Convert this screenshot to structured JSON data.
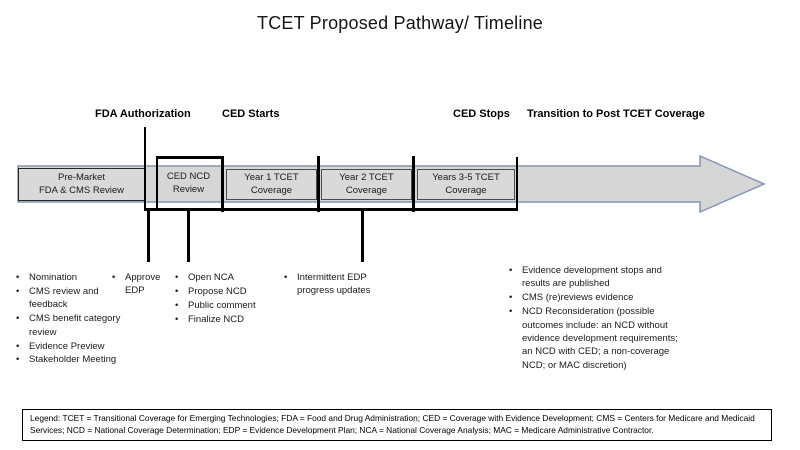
{
  "title": "TCET Proposed Pathway/ Timeline",
  "milestones": [
    {
      "label": "FDA Authorization"
    },
    {
      "label": "CED Starts"
    },
    {
      "label": "CED Stops"
    },
    {
      "label": "Transition to Post TCET Coverage"
    }
  ],
  "timeline": {
    "segments": [
      {
        "line1": "Pre-Market",
        "line2": "FDA & CMS Review"
      },
      {
        "line1": "CED NCD",
        "line2": "Review"
      },
      {
        "line1": "Year 1 TCET",
        "line2": "Coverage"
      },
      {
        "line1": "Year 2 TCET",
        "line2": "Coverage"
      },
      {
        "line1": "Years 3-5 TCET",
        "line2": "Coverage"
      }
    ],
    "colors": {
      "arrow_fill": "#d6d6d6",
      "arrow_border": "#8496b0",
      "segment_fill": "#d9d9d9",
      "structure_line": "#000000"
    }
  },
  "notes": [
    {
      "items": [
        "Nomination",
        "CMS review and feedback",
        "CMS benefit category review",
        "Evidence Preview",
        "Stakeholder Meeting"
      ]
    },
    {
      "items": [
        "Approve EDP"
      ]
    },
    {
      "items": [
        "Open NCA",
        "Propose NCD",
        "Public comment",
        "Finalize NCD"
      ]
    },
    {
      "items": [
        "Intermittent EDP progress updates"
      ]
    },
    {
      "items": [
        "Evidence development stops and results are published",
        "CMS (re)reviews evidence",
        "NCD Reconsideration (possible outcomes include: an NCD without evidence development requirements; an NCD with CED; a non-coverage NCD; or MAC discretion)"
      ]
    }
  ],
  "legend": {
    "text": "Legend:  TCET = Transitional Coverage for Emerging Technologies; FDA = Food and Drug Administration; CED = Coverage with Evidence Development; CMS = Centers for Medicare and Medicaid Services; NCD = National Coverage Determination; EDP = Evidence Development Plan; NCA = National Coverage Analysis; MAC = Medicare Administrative Contractor."
  }
}
